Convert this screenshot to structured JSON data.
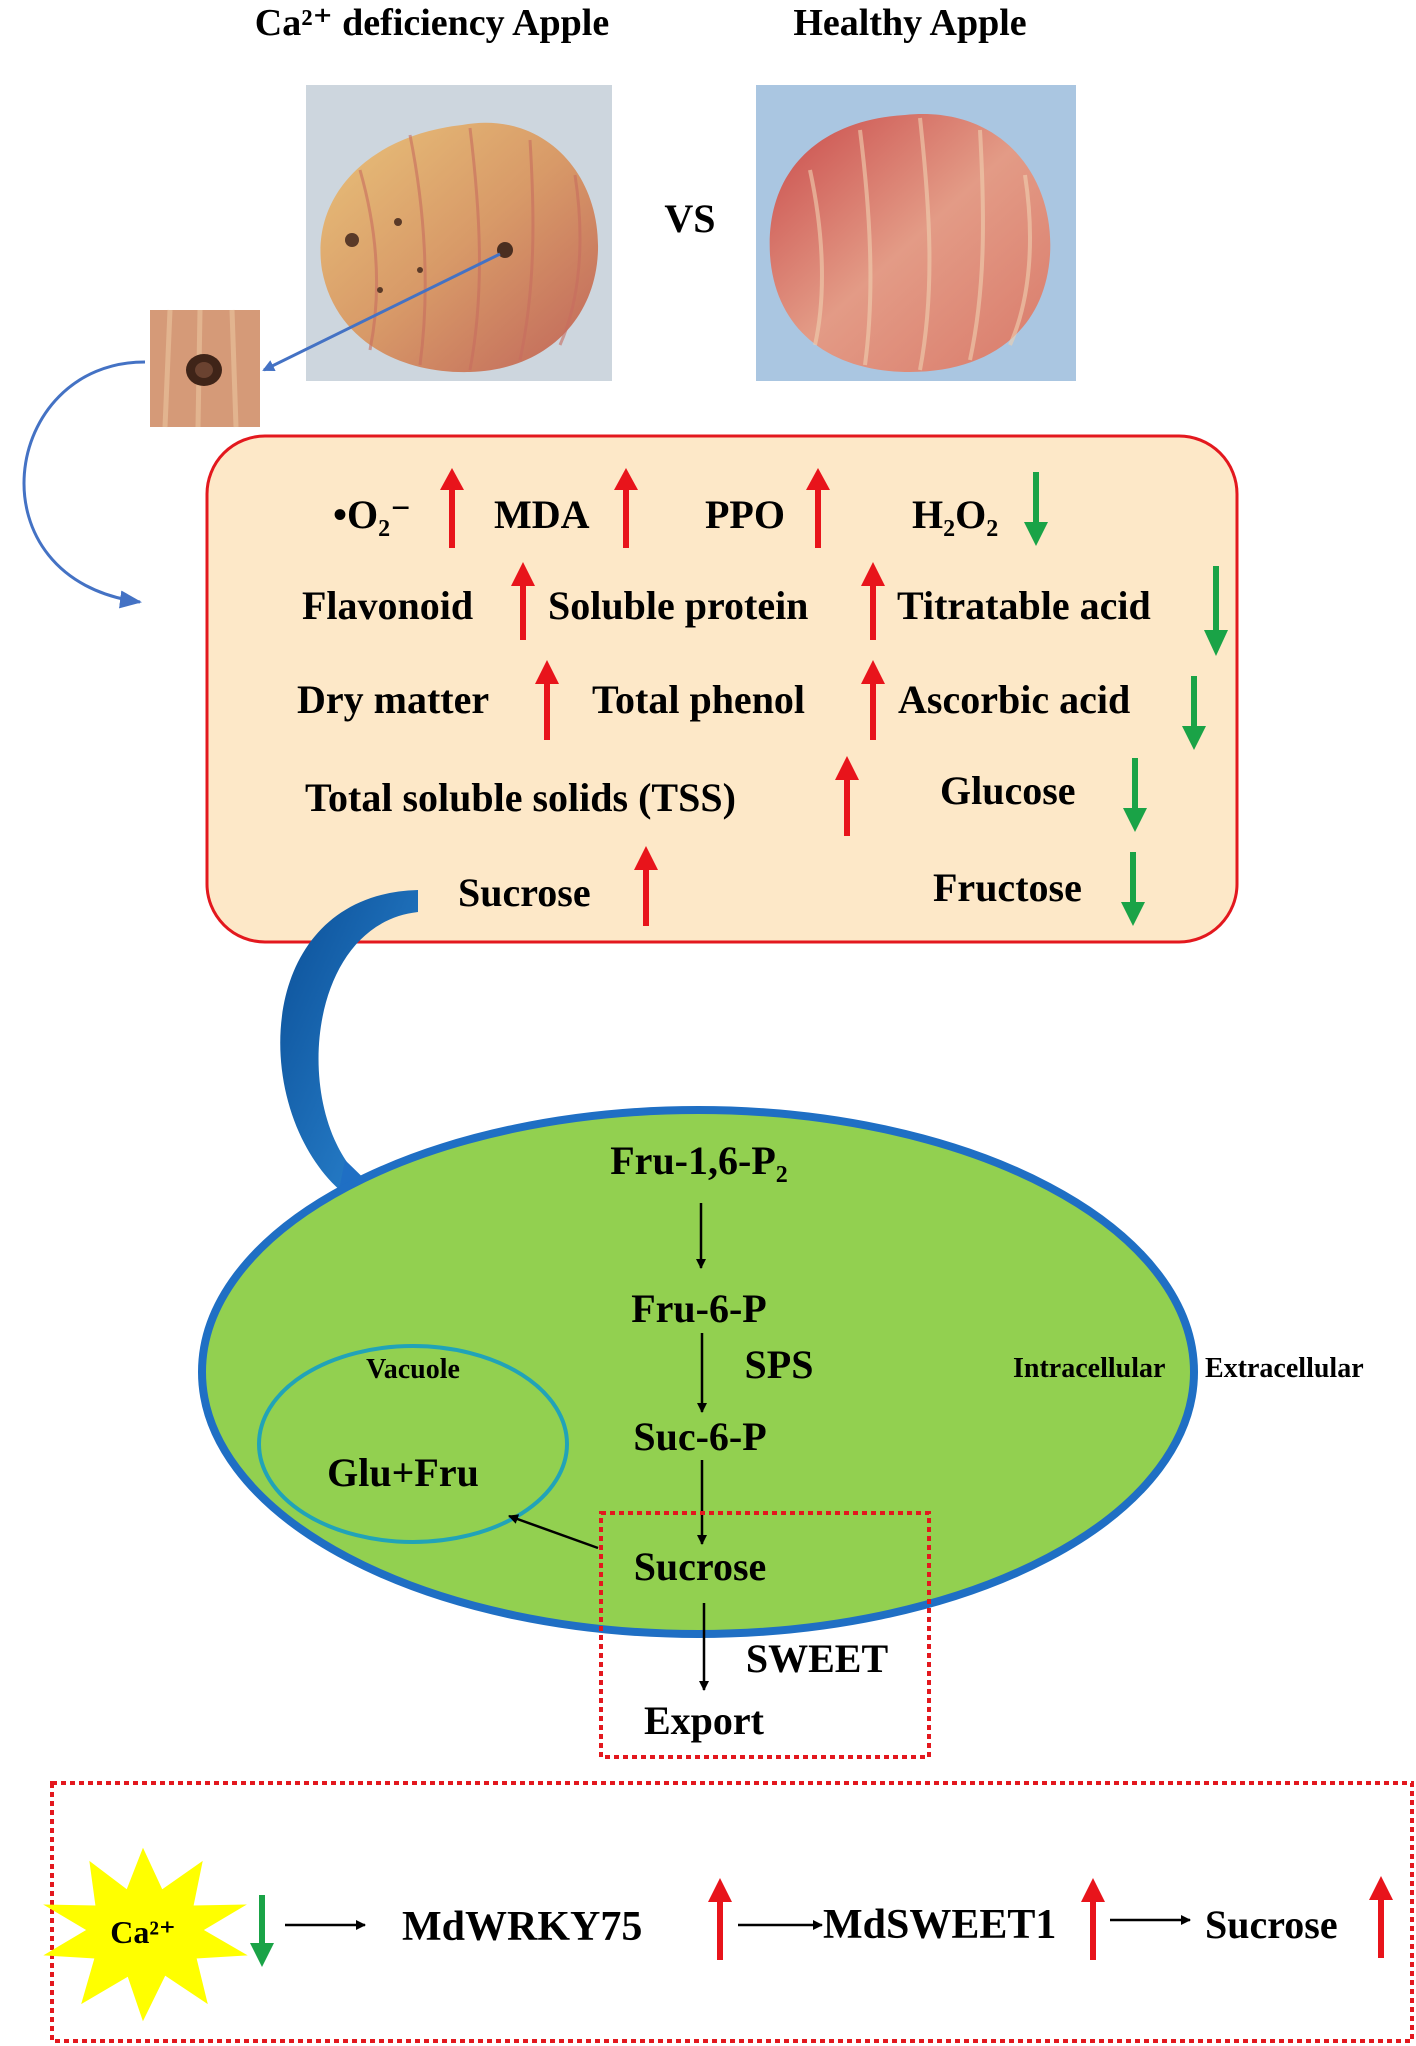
{
  "header": {
    "left_label": "Ca²⁺ deficiency Apple",
    "right_label": "Healthy Apple",
    "vs": "VS"
  },
  "panel": {
    "superoxide": "•O₂⁻",
    "mda": "MDA",
    "ppo": "PPO",
    "h2o2": "H₂O₂",
    "flavonoid": "Flavonoid",
    "soluble_protein": "Soluble protein",
    "titratable_acid": "Titratable acid",
    "dry_matter": "Dry matter",
    "total_phenol": "Total phenol",
    "ascorbic_acid": "Ascorbic acid",
    "tss": "Total soluble solids (TSS)",
    "glucose": "Glucose",
    "sucrose": "Sucrose",
    "fructose": "Fructose"
  },
  "cell": {
    "fru16p2": "Fru-1,6-P₂",
    "fru6p": "Fru-6-P",
    "sps": "SPS",
    "suc6p": "Suc-6-P",
    "vacuole": "Vacuole",
    "glufru": "Glu+Fru",
    "sucrose": "Sucrose",
    "sweet": "SWEET",
    "export": "Export",
    "intracellular": "Intracellular",
    "extracellular": "Extracellular"
  },
  "pathway": {
    "ca": "Ca²⁺",
    "wrky": "MdWRKY75",
    "sweet1": "MdSWEET1",
    "sucrose": "Sucrose"
  },
  "colors": {
    "up_arrow": "#e8141b",
    "down_arrow": "#1aa347",
    "panel_fill": "#fde8c8",
    "panel_border": "#e3181e",
    "cell_fill": "#92d050",
    "cell_border": "#1f6fc4",
    "vacuole_border": "#21a3b8",
    "dotted_box": "#e3181e",
    "star_fill": "#ffff00"
  }
}
